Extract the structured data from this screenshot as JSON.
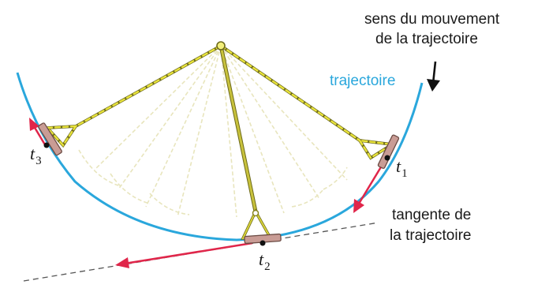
{
  "labels": {
    "direction_line1": "sens du mouvement",
    "direction_line2": "de la trajectoire",
    "trajectory": "trajectoire",
    "tangent_line1": "tangente de",
    "tangent_line2": "la trajectoire",
    "t1_base": "t",
    "t1_sub": "1",
    "t2_base": "t",
    "t2_sub": "2",
    "t3_base": "t",
    "t3_sub": "3"
  },
  "colors": {
    "trajectory": "#2aa7dc",
    "tangent_arrow": "#e0264a",
    "pendulum_rod": "#b7b23a",
    "chain": "#d8d33a",
    "seat": "#c9a0a0",
    "ghost": "#e6e3b8",
    "text": "#1a1a1a"
  },
  "icons": {
    "direction_arrow": "arrow-down-icon",
    "pivot": "pivot-circle-icon"
  }
}
